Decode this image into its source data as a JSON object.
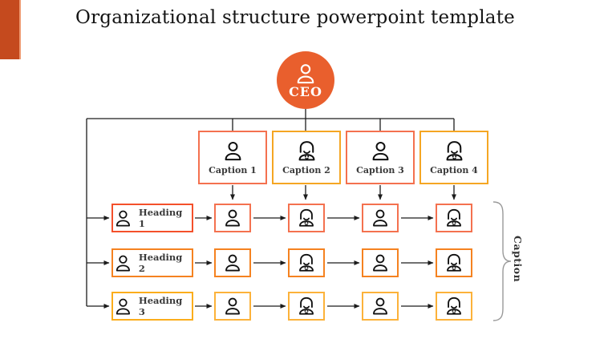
{
  "title": "Organizational structure powerpoint template",
  "accent": {
    "corner_bar_color": "#C54A1E"
  },
  "ceo": {
    "label": "CEO",
    "circle_color": "#E95F2D"
  },
  "captions": [
    {
      "label": "Caption 1",
      "icon": "person-male-icon",
      "border_color": "#F4714F",
      "fill_color": "#E9E8E6"
    },
    {
      "label": "Caption 2",
      "icon": "person-female-icon",
      "border_color": "#F5A623",
      "fill_color": "#E9E8E6"
    },
    {
      "label": "Caption 3",
      "icon": "person-male-icon",
      "border_color": "#F4714F",
      "fill_color": "#E9E8E6"
    },
    {
      "label": "Caption 4",
      "icon": "person-female-icon",
      "border_color": "#F5A623",
      "fill_color": "#E9E8E6"
    }
  ],
  "headings": [
    {
      "label": "Heading 1",
      "icon": "person-male-icon",
      "border_color": "#F4502B"
    },
    {
      "label": "Heading 2",
      "icon": "person-male-icon",
      "border_color": "#F58220"
    },
    {
      "label": "Heading 3",
      "icon": "person-male-icon",
      "border_color": "#FBAD1B"
    }
  ],
  "grid": {
    "rows": 3,
    "cols": 4,
    "row_border_colors": [
      "#F4714F",
      "#F58220",
      "#FCB23A"
    ],
    "column_icons": [
      "person-male-icon",
      "person-female-icon",
      "person-male-icon",
      "person-female-icon"
    ]
  },
  "brace": {
    "label": "Caption",
    "color": "#999999"
  },
  "connectors": {
    "color": "#1C1C1C"
  }
}
